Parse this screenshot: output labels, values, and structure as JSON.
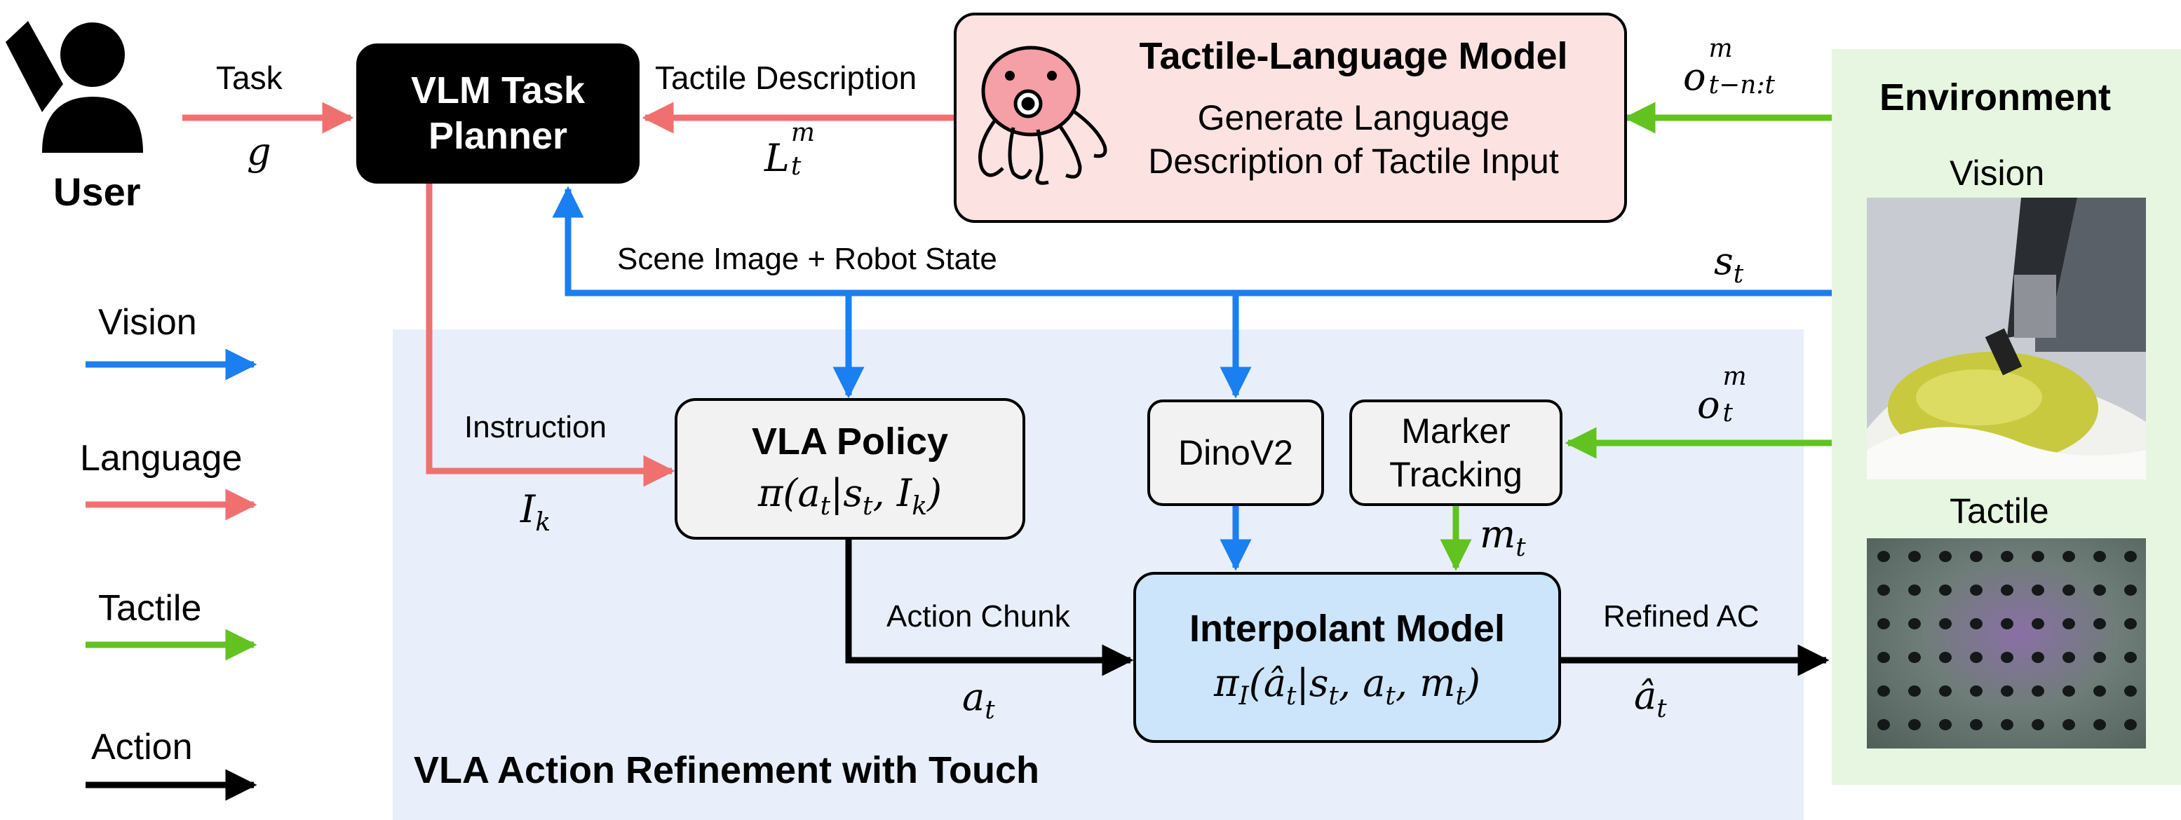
{
  "user": {
    "label": "User"
  },
  "planner": {
    "title_line1": "VLM Task",
    "title_line2": "Planner"
  },
  "tlm": {
    "title": "Tactile-Language Model",
    "desc_line1": "Generate Language",
    "desc_line2": "Description of Tactile Input"
  },
  "environment": {
    "title": "Environment",
    "vision_label": "Vision",
    "tactile_label": "Tactile"
  },
  "edges": {
    "task": "Task",
    "task_symbol": "g",
    "tactile_description": "Tactile Description",
    "tactile_desc_symbol": "L",
    "tactile_desc_sub": "t",
    "tactile_desc_sup": "m",
    "obs_history_symbol": "o",
    "obs_history_sub": "t−n:t",
    "obs_history_sup": "m",
    "scene": "Scene Image + Robot State",
    "state_symbol": "s",
    "state_sub": "t",
    "instruction": "Instruction",
    "instruction_symbol": "I",
    "instruction_sub": "k",
    "obs_symbol": "o",
    "obs_sub": "t",
    "obs_sup": "m",
    "marker_symbol": "m",
    "marker_sub": "t",
    "action_chunk": "Action Chunk",
    "action_symbol": "a",
    "action_sub": "t",
    "refined_ac": "Refined AC",
    "refined_symbol": "â",
    "refined_sub": "t"
  },
  "vla_policy": {
    "title": "VLA Policy",
    "formula": "π(a|s, I)"
  },
  "dinov2": {
    "label": "DinoV2"
  },
  "marker_tracking": {
    "line1": "Marker",
    "line2": "Tracking"
  },
  "interpolant": {
    "title": "Interpolant Model",
    "formula": "π(â|s, a, m)"
  },
  "region": {
    "title": "VLA Action Refinement with Touch"
  },
  "legend": {
    "vision": "Vision",
    "language": "Language",
    "tactile": "Tactile",
    "action": "Action"
  },
  "colors": {
    "vision": "#1a7ff0",
    "language": "#f07070",
    "tactile": "#62c21f",
    "action": "#000000",
    "region_bg": "#e8effa",
    "env_bg": "#e6f6e0",
    "tlm_bg": "#fde2e2",
    "interp_bg": "#cce5fb",
    "box_bg": "#f2f2f2"
  }
}
